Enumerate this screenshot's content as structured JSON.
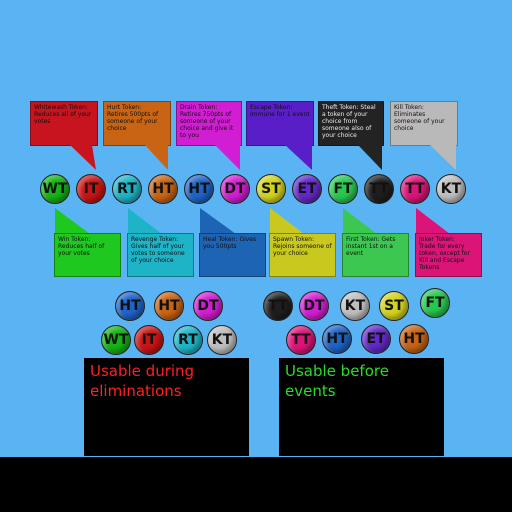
{
  "top_bubbles": [
    {
      "id": "wt",
      "title": "Whitewash Token:",
      "text": "Reduces all of your votes",
      "bg": "#c8141e",
      "tail": "#c8141e"
    },
    {
      "id": "ht",
      "title": "Hurt Token:",
      "text": "Retires 500pts of someone of your choice",
      "bg": "#c86414",
      "tail": "#c86414"
    },
    {
      "id": "dt",
      "title": "Drain Token:",
      "text": "Retires 750pts of someone of your choice and give it to you",
      "bg": "#d21ed2",
      "tail": "#d21ed2"
    },
    {
      "id": "et",
      "title": "Escape Token:",
      "text": "Immune for 1 event",
      "bg": "#5a1ec8",
      "tail": "#5a1ec8"
    },
    {
      "id": "tt",
      "title": "Theft Token: Steal",
      "text": "a token of your choice from someone also of your choice",
      "bg": "#232323",
      "tail": "#232323"
    },
    {
      "id": "kt",
      "title": "Kill Token:",
      "text": "Eliminates someone of your choice",
      "bg": "#b9b9b9",
      "tail": "#b9b9b9"
    }
  ],
  "bottom_bubbles": [
    {
      "id": "win",
      "title": "Win Token:",
      "text": "Reduces half of your votes",
      "bg": "#1ec81e"
    },
    {
      "id": "rev",
      "title": "Revenge Token:",
      "text": "Gives half of your votes to someone of your choice",
      "bg": "#1eb4c8"
    },
    {
      "id": "heal",
      "title": "Heal Token: Gives",
      "text": "you 500pts",
      "bg": "#1e64b4"
    },
    {
      "id": "spawn",
      "title": "Spawn Token:",
      "text": "Rejoins someone of your choice",
      "bg": "#c8c81e"
    },
    {
      "id": "first",
      "title": "First Token: Gets",
      "text": "instant 1st on a event",
      "bg": "#3cc850"
    },
    {
      "id": "joker",
      "title": "Joker Token:",
      "text": "Trade for every token, except for Kill and Escape Tokens",
      "bg": "#dc1478"
    }
  ],
  "tokens_row": [
    {
      "label": "WT",
      "color": "#14b414"
    },
    {
      "label": "IT",
      "color": "#c81414"
    },
    {
      "label": "RT",
      "color": "#1eb4c8"
    },
    {
      "label": "HT",
      "color": "#c86414"
    },
    {
      "label": "HT",
      "color": "#1e64c8"
    },
    {
      "label": "DT",
      "color": "#d21ed2"
    },
    {
      "label": "ST",
      "color": "#d2d21e"
    },
    {
      "label": "ET",
      "color": "#6428c8"
    },
    {
      "label": "FT",
      "color": "#28c850"
    },
    {
      "label": "TT",
      "color": "#1e1e1e"
    },
    {
      "label": "TT",
      "color": "#dc1478"
    },
    {
      "label": "KT",
      "color": "#bebebe"
    }
  ],
  "elimination_group": {
    "row1": [
      {
        "label": "HT",
        "color": "#1e64c8"
      },
      {
        "label": "HT",
        "color": "#c86414"
      },
      {
        "label": "DT",
        "color": "#d21ed2"
      }
    ],
    "row2": [
      {
        "label": "WT",
        "color": "#14b414"
      },
      {
        "label": "IT",
        "color": "#c81414"
      },
      {
        "label": "RT",
        "color": "#1eb4c8"
      },
      {
        "label": "KT",
        "color": "#bebebe"
      }
    ],
    "caption": "Usable during eliminations",
    "caption_color": "#ff2020"
  },
  "event_group": {
    "row1": [
      {
        "label": "TT",
        "color": "#1e1e1e"
      },
      {
        "label": "DT",
        "color": "#d21ed2"
      },
      {
        "label": "KT",
        "color": "#bebebe"
      },
      {
        "label": "ST",
        "color": "#d2d21e"
      },
      {
        "label": "FT",
        "color": "#28c850"
      }
    ],
    "row2": [
      {
        "label": "TT",
        "color": "#dc1478"
      },
      {
        "label": "HT",
        "color": "#1e64c8"
      },
      {
        "label": "ET",
        "color": "#6428c8"
      },
      {
        "label": "HT",
        "color": "#c86414"
      }
    ],
    "caption": "Usable before events",
    "caption_color": "#28dc28"
  }
}
